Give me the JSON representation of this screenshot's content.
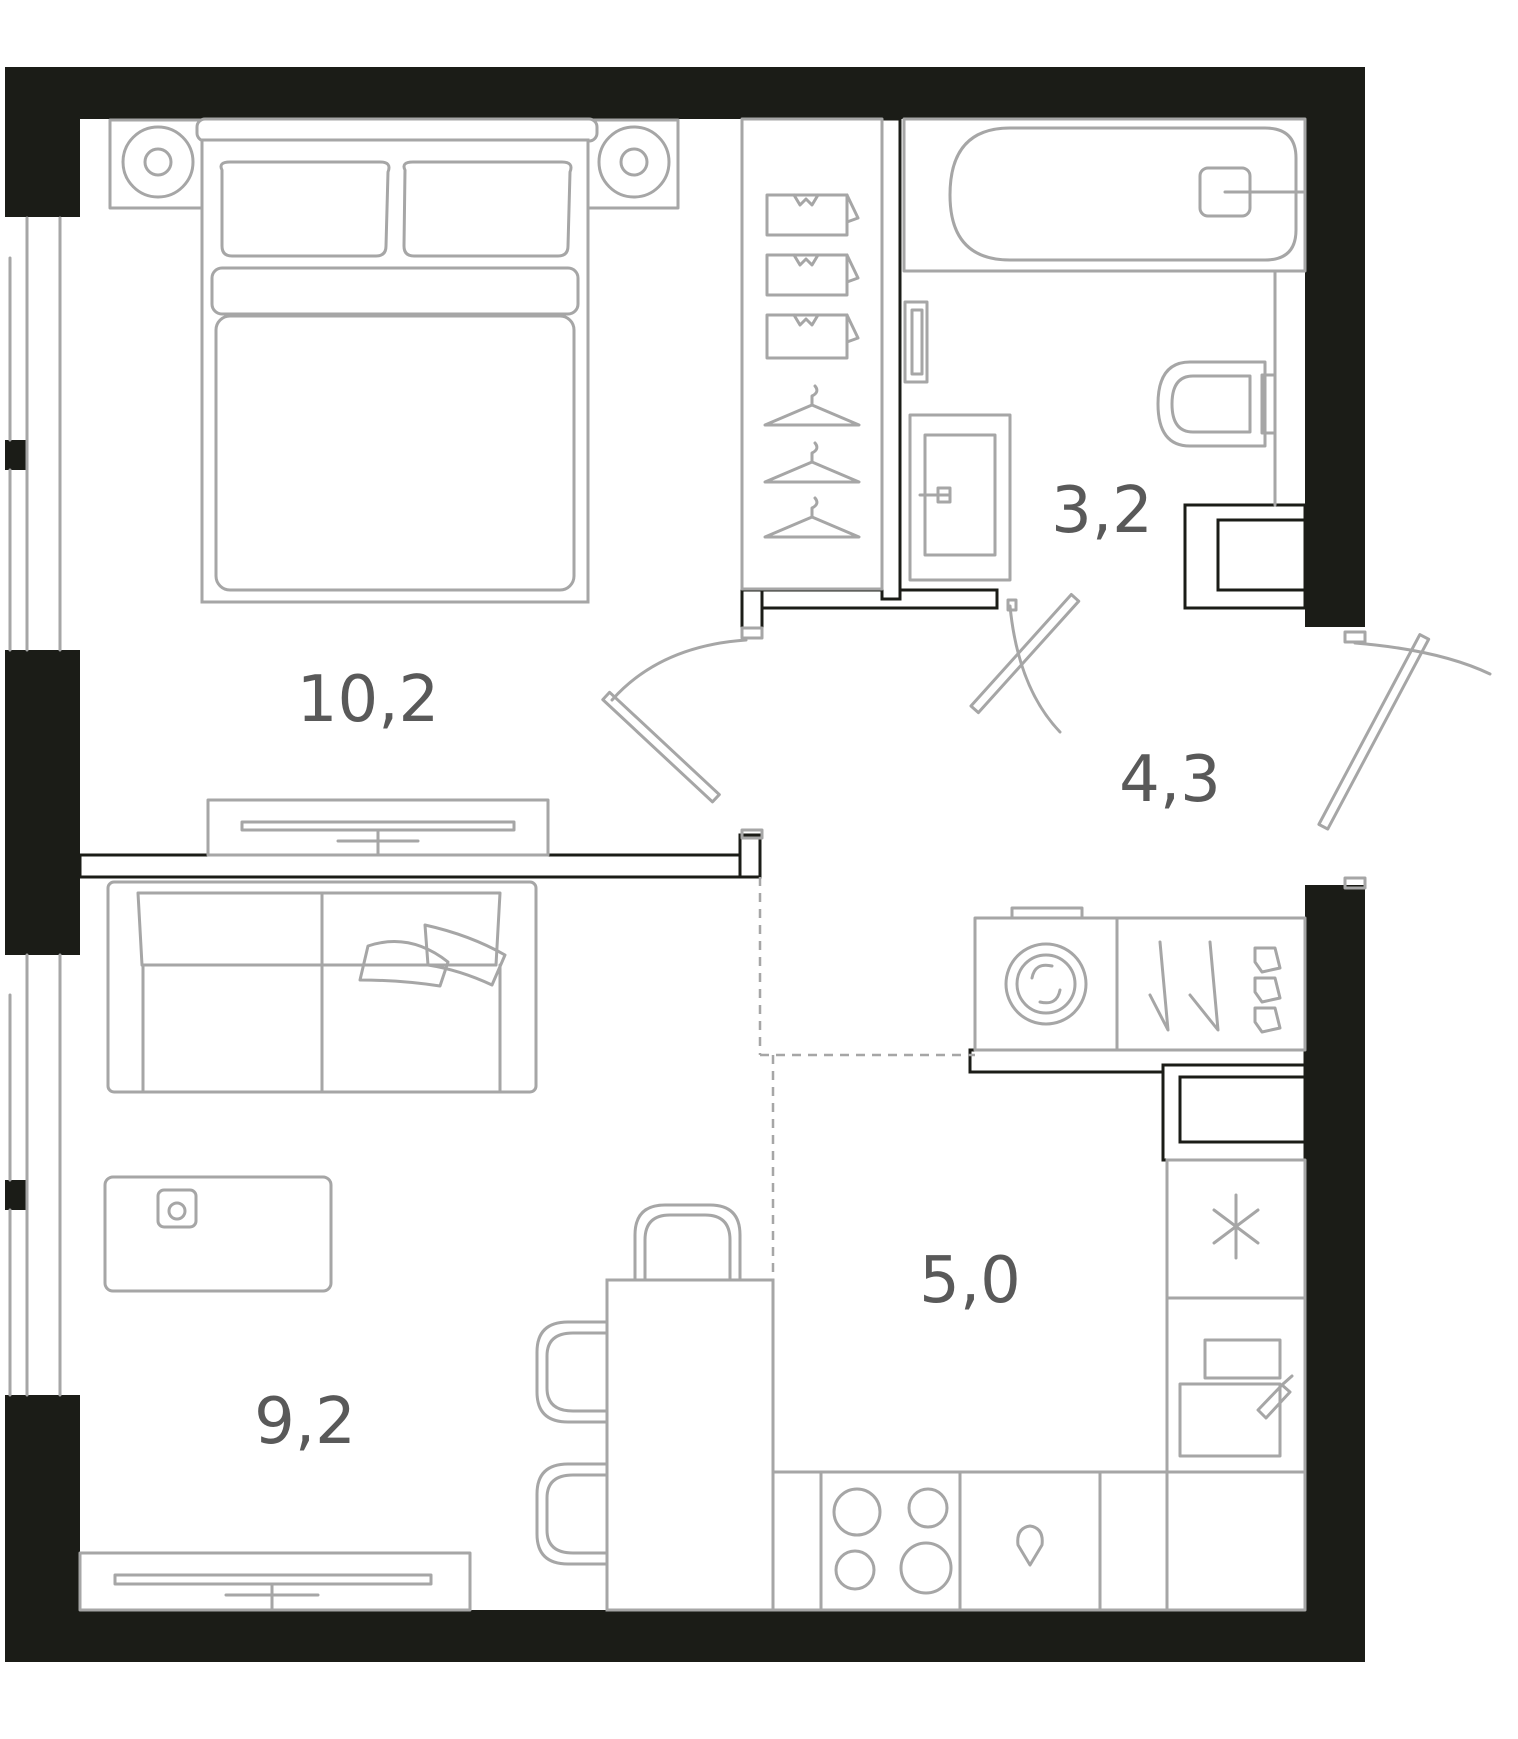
{
  "rooms": [
    {
      "id": "bedroom",
      "area": "10,2"
    },
    {
      "id": "bathroom",
      "area": "3,2"
    },
    {
      "id": "hallway",
      "area": "4,3"
    },
    {
      "id": "living-room",
      "area": "9,2"
    },
    {
      "id": "kitchen",
      "area": "5,0"
    }
  ],
  "colors": {
    "wall": "#1b1c17",
    "furniture": "#a6a6a6",
    "label": "#595959",
    "background": "#ffffff"
  },
  "icons": [
    "bed-icon",
    "wardrobe-icon",
    "bathtub-icon",
    "toilet-icon",
    "sink-icon",
    "door-icon",
    "tv-icon",
    "sofa-icon",
    "dining-table-icon",
    "chair-icon",
    "washing-machine-icon",
    "stove-icon",
    "fridge-icon",
    "kitchen-sink-icon"
  ]
}
